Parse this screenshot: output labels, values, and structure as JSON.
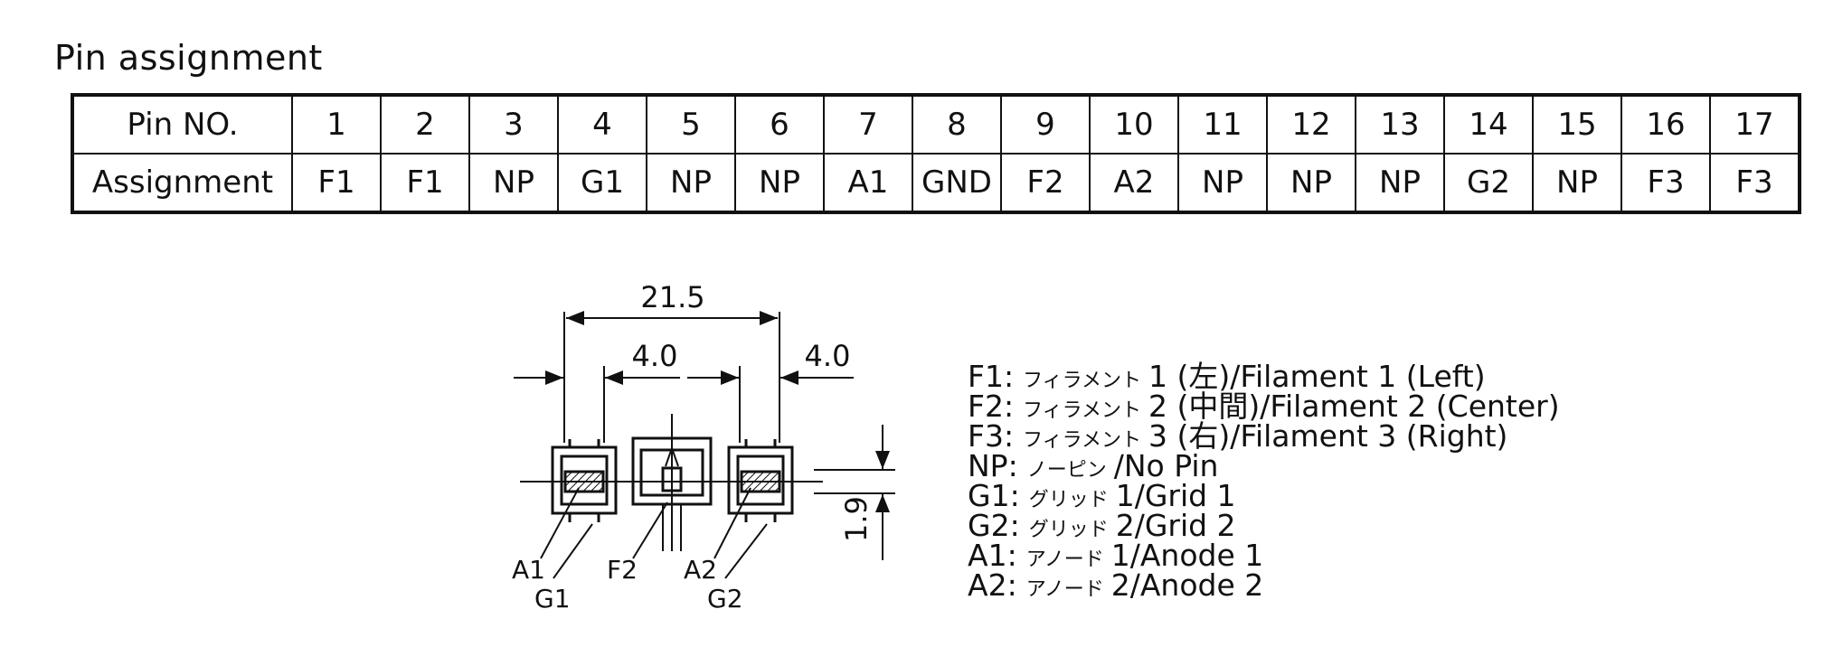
{
  "heading": "Pin assignment",
  "table": {
    "row_headers": [
      "Pin NO.",
      "Assignment"
    ],
    "pins": [
      "1",
      "2",
      "3",
      "4",
      "5",
      "6",
      "7",
      "8",
      "9",
      "10",
      "11",
      "12",
      "13",
      "14",
      "15",
      "16",
      "17"
    ],
    "assignments": [
      "F1",
      "F1",
      "NP",
      "G1",
      "NP",
      "NP",
      "A1",
      "GND",
      "F2",
      "A2",
      "NP",
      "NP",
      "NP",
      "G2",
      "NP",
      "F3",
      "F3"
    ]
  },
  "dimensions": {
    "overall": "21.5",
    "left": "4.0",
    "right": "4.0",
    "height": "1.9"
  },
  "labels": {
    "a1": "A1",
    "g1": "G1",
    "f2": "F2",
    "a2": "A2",
    "g2": "G2"
  },
  "legend": [
    {
      "code": "F1:",
      "jp": "フィラメント",
      "rest": "1 (左)/Filament 1 (Left)"
    },
    {
      "code": "F2:",
      "jp": "フィラメント",
      "rest": "2 (中間)/Filament 2 (Center)"
    },
    {
      "code": "F3:",
      "jp": "フィラメント",
      "rest": "3 (右)/Filament 3 (Right)"
    },
    {
      "code": "NP:",
      "jp": "ノーピン",
      "rest": "/No Pin"
    },
    {
      "code": "G1:",
      "jp": "グリッド",
      "rest": "1/Grid 1"
    },
    {
      "code": "G2:",
      "jp": "グリッド",
      "rest": "2/Grid 2"
    },
    {
      "code": "A1:",
      "jp": "アノード",
      "rest": "1/Anode 1"
    },
    {
      "code": "A2:",
      "jp": "アノード",
      "rest": "2/Anode 2"
    }
  ]
}
